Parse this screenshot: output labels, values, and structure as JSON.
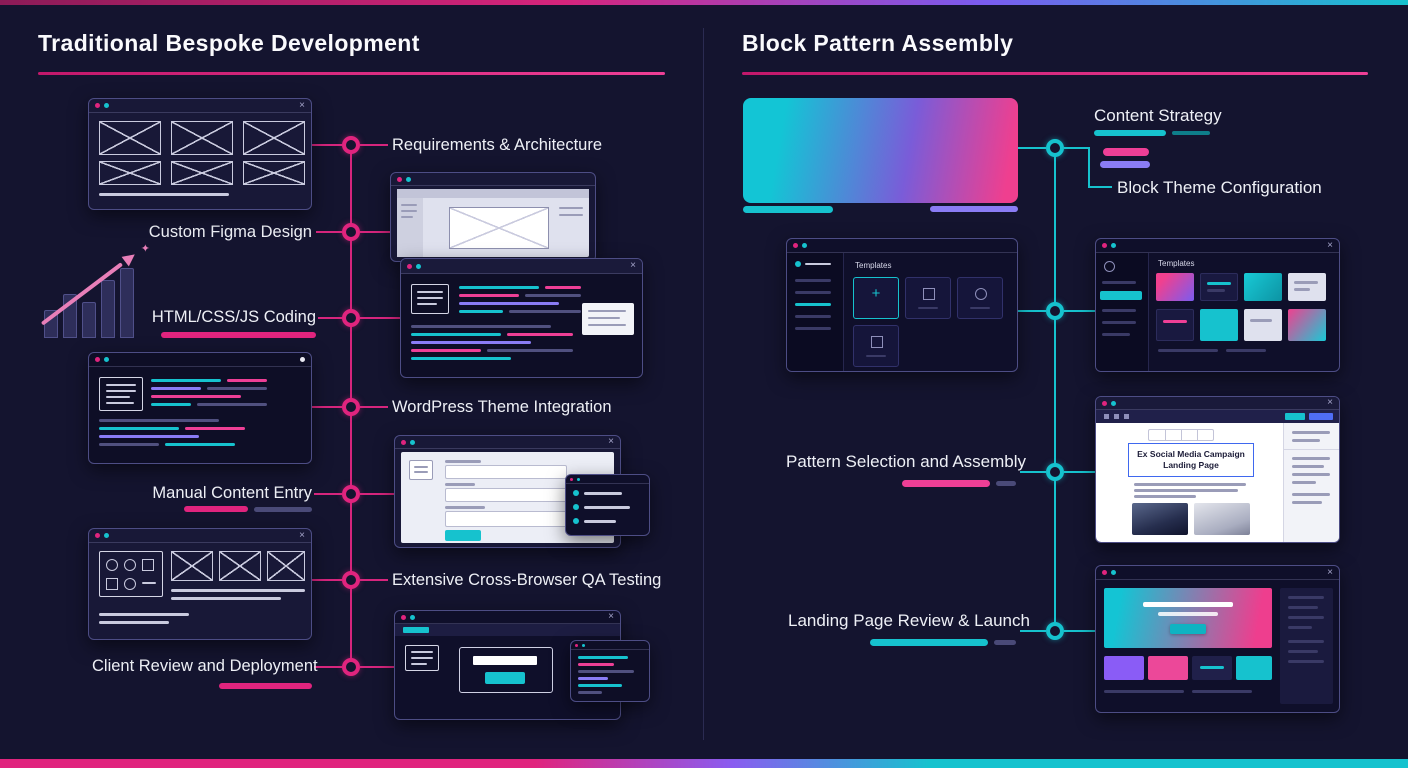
{
  "diagram": {
    "left": {
      "title": "Traditional Bespoke Development",
      "steps": {
        "requirements": "Requirements & Architecture",
        "figma": "Custom Figma Design",
        "coding": "HTML/CSS/JS Coding",
        "wordpress": "WordPress Theme Integration",
        "content": "Manual Content Entry",
        "qa": "Extensive Cross-Browser QA Testing",
        "review": "Client Review and Deployment"
      }
    },
    "right": {
      "title": "Block Pattern Assembly",
      "steps": {
        "strategy": "Content Strategy",
        "theme": "Block Theme Configuration",
        "patterns": "Pattern Selection and Assembly",
        "launch": "Landing Page Review & Launch"
      }
    }
  },
  "mockups": {
    "wp_admin": {
      "heading": "Templates"
    },
    "pattern_library": {
      "heading": "Templates"
    },
    "page_editor": {
      "heading": "Ex Social Media Campaign Landing Page"
    }
  },
  "icons": {
    "close": "×",
    "plus": "+",
    "sparkle": "✦"
  },
  "colors": {
    "background": "#14142f",
    "pink": "#e0247e",
    "teal": "#16c2ce",
    "purple": "#8a7cf5"
  }
}
